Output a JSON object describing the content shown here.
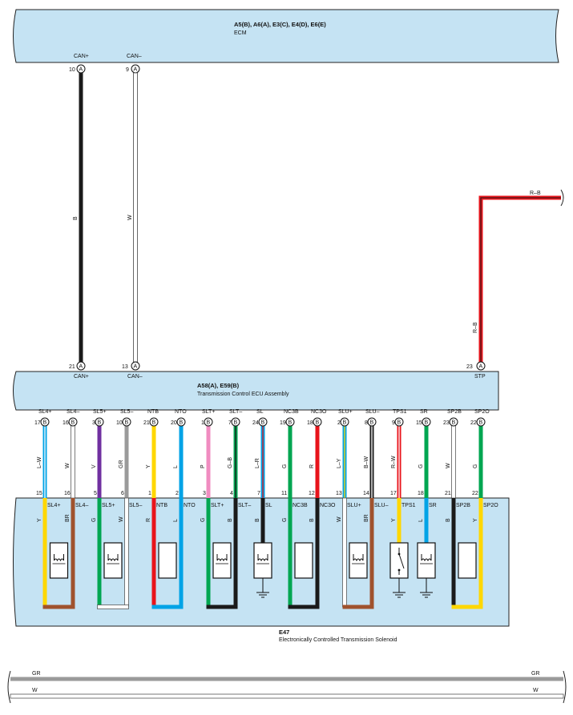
{
  "ecm": {
    "connectors": "A5(B), A6(A), E3(C), E4(D), E6(E)",
    "name": "ECM",
    "pins": [
      {
        "label": "CAN+",
        "num": "10",
        "conn": "A"
      },
      {
        "label": "CAN–",
        "num": "9",
        "conn": "A"
      }
    ]
  },
  "tcu": {
    "connectors": "A58(A), E59(B)",
    "name": "Transmission Control ECU Assembly",
    "top_pins": [
      {
        "num": "21",
        "conn": "A",
        "label": "CAN+"
      },
      {
        "num": "13",
        "conn": "A",
        "label": "CAN–"
      },
      {
        "num": "23",
        "conn": "A",
        "label": "STP"
      }
    ],
    "bottom_pins": [
      {
        "label": "SL4+",
        "num": "17",
        "conn": "B"
      },
      {
        "label": "SL4–",
        "num": "16",
        "conn": "B"
      },
      {
        "label": "SL5+",
        "num": "3",
        "conn": "B"
      },
      {
        "label": "SL5–",
        "num": "10",
        "conn": "B"
      },
      {
        "label": "NTB",
        "num": "21",
        "conn": "B"
      },
      {
        "label": "NTO",
        "num": "20",
        "conn": "B"
      },
      {
        "label": "SLT+",
        "num": "1",
        "conn": "B"
      },
      {
        "label": "SLT–",
        "num": "7",
        "conn": "B"
      },
      {
        "label": "SL",
        "num": "24",
        "conn": "B"
      },
      {
        "label": "NC3B",
        "num": "19",
        "conn": "B"
      },
      {
        "label": "NC3O",
        "num": "18",
        "conn": "B"
      },
      {
        "label": "SLU+",
        "num": "2",
        "conn": "B"
      },
      {
        "label": "SLU–",
        "num": "8",
        "conn": "B"
      },
      {
        "label": "TPS1",
        "num": "9",
        "conn": "B"
      },
      {
        "label": "SR",
        "num": "15",
        "conn": "B"
      },
      {
        "label": "SP2B",
        "num": "23",
        "conn": "B"
      },
      {
        "label": "SP2O",
        "num": "22",
        "conn": "B"
      }
    ]
  },
  "can_wires": [
    {
      "color_code": "B",
      "hex": "#1a1a1a"
    },
    {
      "color_code": "W",
      "hex": "#ffffff"
    }
  ],
  "stp_wire": {
    "color_code": "R–B",
    "hex": "#e8141b"
  },
  "harness_wires": [
    {
      "code": "L–W",
      "hex": "#00a3e6",
      "stripe": "#ffffff",
      "sol_pin": "15"
    },
    {
      "code": "W",
      "hex": "#ffffff",
      "stripe": "",
      "sol_pin": "16"
    },
    {
      "code": "V",
      "hex": "#7030a0",
      "stripe": "",
      "sol_pin": "5"
    },
    {
      "code": "GR",
      "hex": "#9a9a9a",
      "stripe": "",
      "sol_pin": "6"
    },
    {
      "code": "Y",
      "hex": "#ffd700",
      "stripe": "",
      "sol_pin": "1"
    },
    {
      "code": "L",
      "hex": "#00a3e6",
      "stripe": "",
      "sol_pin": "2"
    },
    {
      "code": "P",
      "hex": "#f08cc0",
      "stripe": "",
      "sol_pin": "3"
    },
    {
      "code": "G–B",
      "hex": "#00a651",
      "stripe": "#1a1a1a",
      "sol_pin": "4"
    },
    {
      "code": "L–R",
      "hex": "#00a3e6",
      "stripe": "#e8141b",
      "sol_pin": "7"
    },
    {
      "code": "G",
      "hex": "#00a651",
      "stripe": "",
      "sol_pin": "11"
    },
    {
      "code": "R",
      "hex": "#e8141b",
      "stripe": "",
      "sol_pin": "12"
    },
    {
      "code": "L–Y",
      "hex": "#00a3e6",
      "stripe": "#ffd700",
      "sol_pin": "13"
    },
    {
      "code": "B–W",
      "hex": "#1a1a1a",
      "stripe": "#ffffff",
      "sol_pin": "14"
    },
    {
      "code": "R–W",
      "hex": "#e8141b",
      "stripe": "#ffffff",
      "sol_pin": "17"
    },
    {
      "code": "G",
      "hex": "#00a651",
      "stripe": "",
      "sol_pin": "18"
    },
    {
      "code": "W",
      "hex": "#ffffff",
      "stripe": "",
      "sol_pin": "21"
    },
    {
      "code": "G",
      "hex": "#00a651",
      "stripe": "",
      "sol_pin": "22"
    }
  ],
  "solenoid": {
    "connector": "E47",
    "name": "Electronically Controlled Transmission Solenoid",
    "pin_labels": [
      "SL4+",
      "SL4–",
      "SL5+",
      "SL5–",
      "NTB",
      "NTO",
      "SLT+",
      "SLT–",
      "SL",
      "NC3B",
      "NC3O",
      "SLU+",
      "SLU–",
      "TPS1",
      "SR",
      "SP2B",
      "SP2O"
    ],
    "internal_wires": [
      {
        "code": "Y",
        "hex": "#ffd700"
      },
      {
        "code": "BR",
        "hex": "#a0522d"
      },
      {
        "code": "G",
        "hex": "#00a651"
      },
      {
        "code": "W",
        "hex": "#ffffff"
      },
      {
        "code": "R",
        "hex": "#e8141b"
      },
      {
        "code": "L",
        "hex": "#00a3e6"
      },
      {
        "code": "G",
        "hex": "#00a651"
      },
      {
        "code": "B",
        "hex": "#1a1a1a"
      },
      {
        "code": "B",
        "hex": "#1a1a1a"
      },
      {
        "code": "G",
        "hex": "#00a651"
      },
      {
        "code": "B",
        "hex": "#1a1a1a"
      },
      {
        "code": "W",
        "hex": "#ffffff"
      },
      {
        "code": "BR",
        "hex": "#a0522d"
      },
      {
        "code": "Y",
        "hex": "#ffd700"
      },
      {
        "code": "L",
        "hex": "#00a3e6"
      },
      {
        "code": "B",
        "hex": "#1a1a1a"
      },
      {
        "code": "Y",
        "hex": "#ffd700"
      }
    ]
  },
  "bottom_wires": [
    {
      "code": "GR",
      "hex": "#9a9a9a"
    },
    {
      "code": "W",
      "hex": "#ffffff"
    }
  ],
  "colors": {
    "panel": "#c5e3f3",
    "outline": "#222222"
  }
}
